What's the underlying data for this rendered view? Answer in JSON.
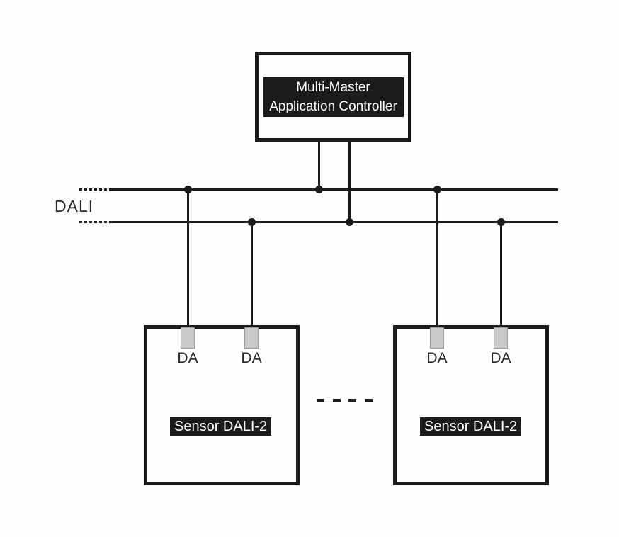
{
  "controller": {
    "label_line1": "Multi-Master",
    "label_line2": "Application Controller"
  },
  "bus": {
    "label": "DALI"
  },
  "sensors": [
    {
      "label": "Sensor DALI-2",
      "terminals": [
        "DA",
        "DA"
      ]
    },
    {
      "label": "Sensor DALI-2",
      "terminals": [
        "DA",
        "DA"
      ]
    }
  ],
  "continuation_symbol": "- - - -",
  "colors": {
    "line": "#1d1b19",
    "label_bg": "#1d1b19",
    "label_text": "#ffffff",
    "terminal_fill": "#c9c9c9",
    "terminal_border": "#9b9b9b",
    "background": "#fdfdfd",
    "text": "#2b2927"
  }
}
